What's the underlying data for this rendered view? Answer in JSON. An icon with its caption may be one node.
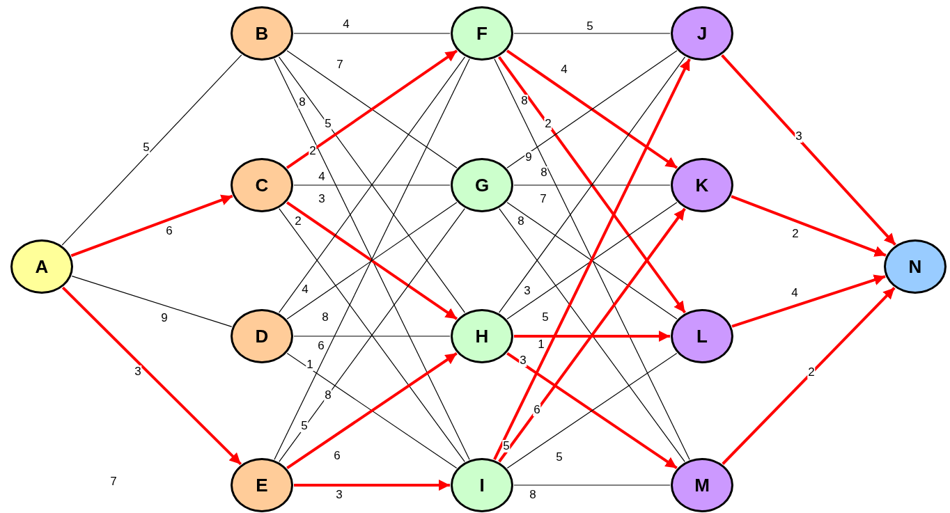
{
  "diagram": {
    "nodes": [
      {
        "text": [
          "A"
        ]
      },
      {
        "text": [
          "B"
        ]
      },
      {
        "text": [
          "C"
        ]
      },
      {
        "text": [
          "D"
        ]
      },
      {
        "text": [
          "E"
        ]
      },
      {
        "text": [
          "F"
        ]
      },
      {
        "text": [
          "G"
        ]
      },
      {
        "text": [
          "H"
        ]
      },
      {
        "text": [
          "I"
        ]
      },
      {
        "text": [
          "J"
        ]
      },
      {
        "text": [
          "K"
        ]
      },
      {
        "text": [
          "L"
        ]
      },
      {
        "text": [
          "M"
        ]
      },
      {
        "text": [
          "N"
        ]
      }
    ],
    "edges": [
      {
        "from": 0,
        "to": 1,
        "arrow": "none",
        "label": "5"
      },
      {
        "from": 0,
        "to": 2,
        "arrow": "to",
        "label": "6",
        "style": "thick",
        "color": "#ff0000"
      },
      {
        "from": 0,
        "to": 3,
        "arrow": "none",
        "label": "9"
      },
      {
        "from": 0,
        "to": 4,
        "arrow": "to",
        "label": "3",
        "style": "thick",
        "color": "#ff0000"
      },
      {
        "from": 1,
        "to": 5,
        "arrow": "none",
        "label": "4"
      },
      {
        "from": 1,
        "to": 6,
        "arrow": "none",
        "label": "7"
      },
      {
        "from": 1,
        "to": 7,
        "arrow": "none",
        "label": "5"
      },
      {
        "from": 1,
        "to": 8,
        "arrow": "none",
        "label": "8"
      },
      {
        "from": 2,
        "to": 5,
        "arrow": "to",
        "label": "2",
        "style": "thick",
        "color": "#ff0000"
      },
      {
        "from": 2,
        "to": 6,
        "arrow": "none",
        "label": "4"
      },
      {
        "from": 2,
        "to": 7,
        "arrow": "to",
        "label": "3",
        "style": "thick",
        "color": "#ff0000"
      },
      {
        "from": 2,
        "to": 8,
        "arrow": "none",
        "label": "2"
      },
      {
        "from": 3,
        "to": 5,
        "arrow": "none",
        "label": "4"
      },
      {
        "from": 3,
        "to": 6,
        "arrow": "none",
        "label": "8"
      },
      {
        "from": 3,
        "to": 7,
        "arrow": "none",
        "label": "6"
      },
      {
        "from": 3,
        "to": 8,
        "arrow": "none",
        "label": "1"
      },
      {
        "from": 4,
        "to": 5,
        "arrow": "none",
        "label": "5"
      },
      {
        "from": 4,
        "to": 6,
        "arrow": "none",
        "label": "8"
      },
      {
        "from": 4,
        "to": 7,
        "arrow": "to",
        "label": "6",
        "style": "thick",
        "color": "#ff0000"
      },
      {
        "from": 4,
        "to": 8,
        "arrow": "to",
        "label": "3",
        "style": "thick",
        "color": "#ff0000"
      },
      {
        "from": 5,
        "to": 9,
        "arrow": "none",
        "label": "5"
      },
      {
        "from": 5,
        "to": 10,
        "arrow": "to",
        "label": "4",
        "style": "thick",
        "color": "#ff0000"
      },
      {
        "from": 5,
        "to": 11,
        "arrow": "to",
        "label": "2",
        "style": "thick",
        "color": "#ff0000"
      },
      {
        "from": 5,
        "to": 12,
        "arrow": "none",
        "label": "8"
      },
      {
        "from": 6,
        "to": 9,
        "arrow": "none",
        "label": "9"
      },
      {
        "from": 6,
        "to": 10,
        "arrow": "none",
        "label": "8"
      },
      {
        "from": 6,
        "to": 11,
        "arrow": "none",
        "label": "7"
      },
      {
        "from": 6,
        "to": 12,
        "arrow": "none",
        "label": "8"
      },
      {
        "from": 7,
        "to": 9,
        "arrow": "none",
        "label": "3"
      },
      {
        "from": 7,
        "to": 10,
        "arrow": "none",
        "label": "5"
      },
      {
        "from": 7,
        "to": 11,
        "arrow": "to",
        "label": "1",
        "style": "thick",
        "color": "#ff0000"
      },
      {
        "from": 7,
        "to": 12,
        "arrow": "to",
        "label": "3",
        "style": "thick",
        "color": "#ff0000"
      },
      {
        "from": 8,
        "to": 9,
        "arrow": "to",
        "label": "5",
        "style": "thick",
        "color": "#ff0000"
      },
      {
        "from": 8,
        "to": 10,
        "arrow": "to",
        "label": "6",
        "style": "thick",
        "color": "#ff0000"
      },
      {
        "from": 8,
        "to": 11,
        "arrow": "none",
        "label": "5"
      },
      {
        "from": 8,
        "to": 12,
        "arrow": "none",
        "label": "8"
      },
      {
        "from": 9,
        "to": 13,
        "arrow": "to",
        "label": "3",
        "style": "thick",
        "color": "#ff0000"
      },
      {
        "from": 10,
        "to": 13,
        "arrow": "to",
        "label": "2",
        "style": "thick",
        "color": "#ff0000"
      },
      {
        "from": 11,
        "to": 13,
        "arrow": "to",
        "label": "4",
        "style": "thick",
        "color": "#ff0000"
      },
      {
        "from": 12,
        "to": 13,
        "arrow": "to",
        "label": "2",
        "style": "thick",
        "color": "#ff0000"
      }
    ],
    "labels": [
      "7"
    ]
  }
}
